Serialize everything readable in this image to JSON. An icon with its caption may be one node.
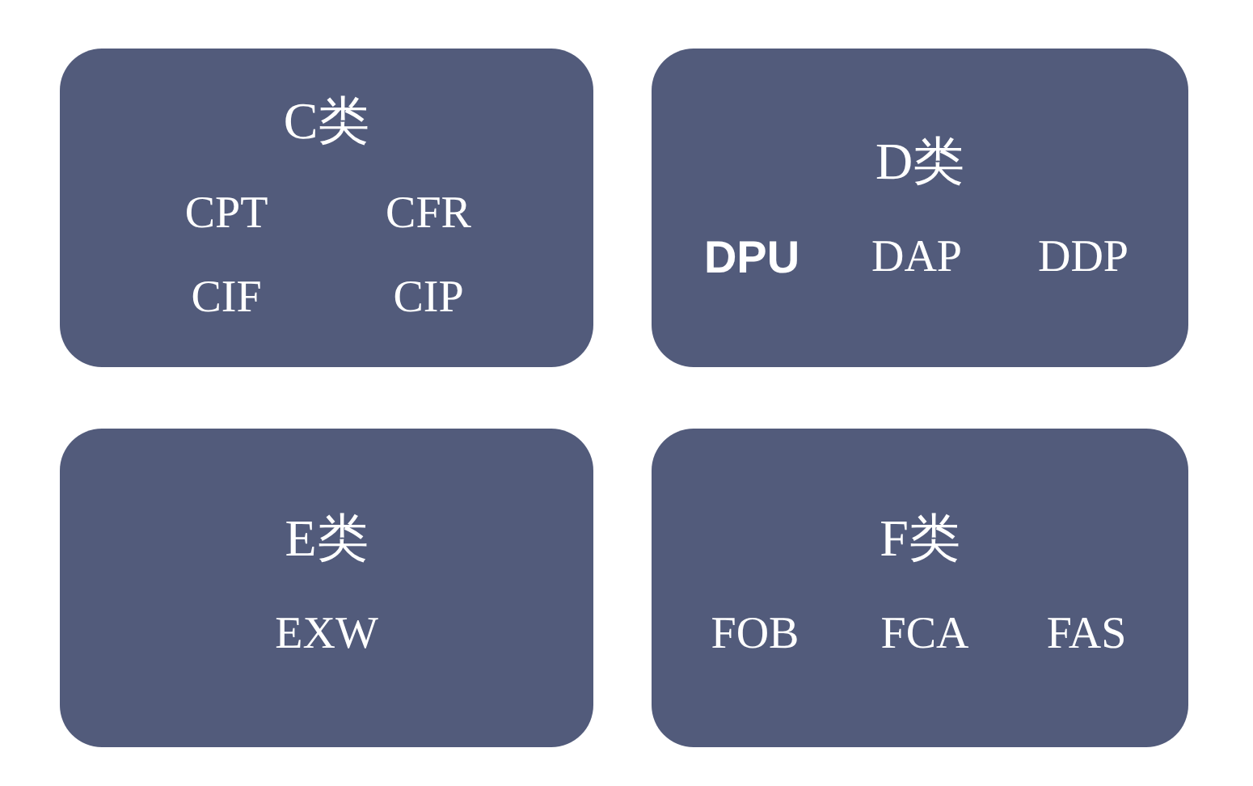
{
  "diagram": {
    "nodes": [
      {
        "text": [
          "C类",
          "CPT",
          "CFR",
          "CIF",
          "CIP"
        ]
      },
      {
        "text": [
          "D类",
          "DPU",
          "DAP",
          "DDP"
        ]
      },
      {
        "text": [
          "E类",
          "EXW"
        ]
      },
      {
        "text": [
          "F类",
          "FOB",
          "FCA",
          "FAS"
        ]
      }
    ]
  }
}
